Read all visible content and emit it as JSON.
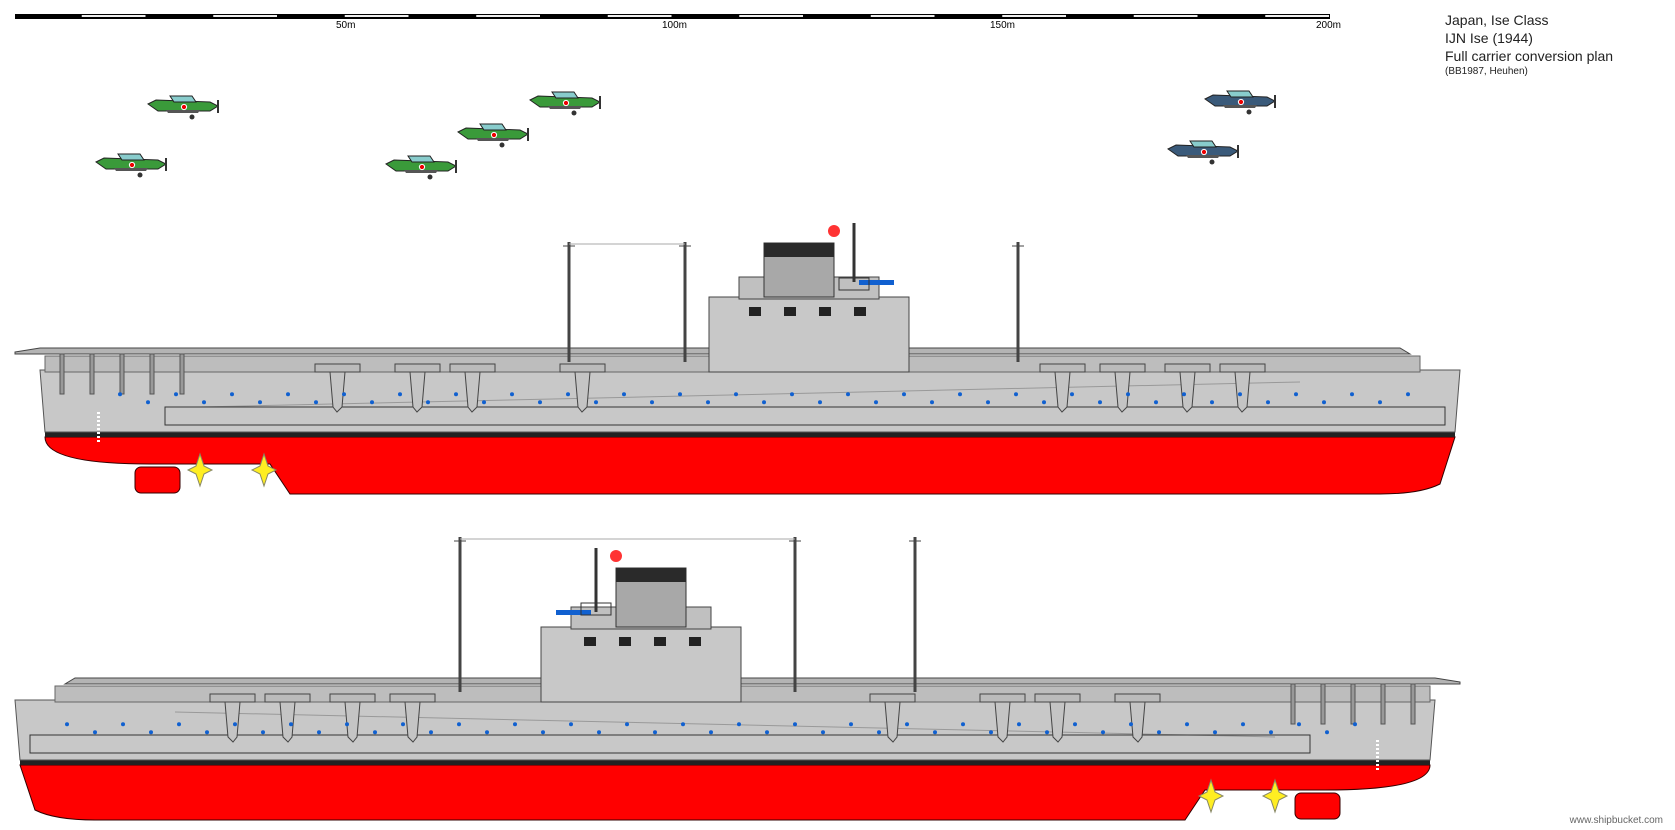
{
  "scale_bar": {
    "labels": [
      "50m",
      "100m",
      "150m",
      "200m"
    ],
    "total_m": 200
  },
  "info": {
    "line1": "Japan, Ise Class",
    "line2": "IJN Ise (1944)",
    "line3": "Full carrier conversion plan",
    "line4": "(BB1987, Heuhen)"
  },
  "credit": "www.shipbucket.com",
  "colors": {
    "hull_grey": "#c8c8c8",
    "deck_grey": "#b4b4b4",
    "boot_top": "#222222",
    "antifouling_red": "#ff0000",
    "porthole_blue": "#1060d0",
    "plane_green": "#3a9a3a",
    "plane_navy": "#3a5a7a",
    "propeller_yellow": "#ffee22"
  }
}
